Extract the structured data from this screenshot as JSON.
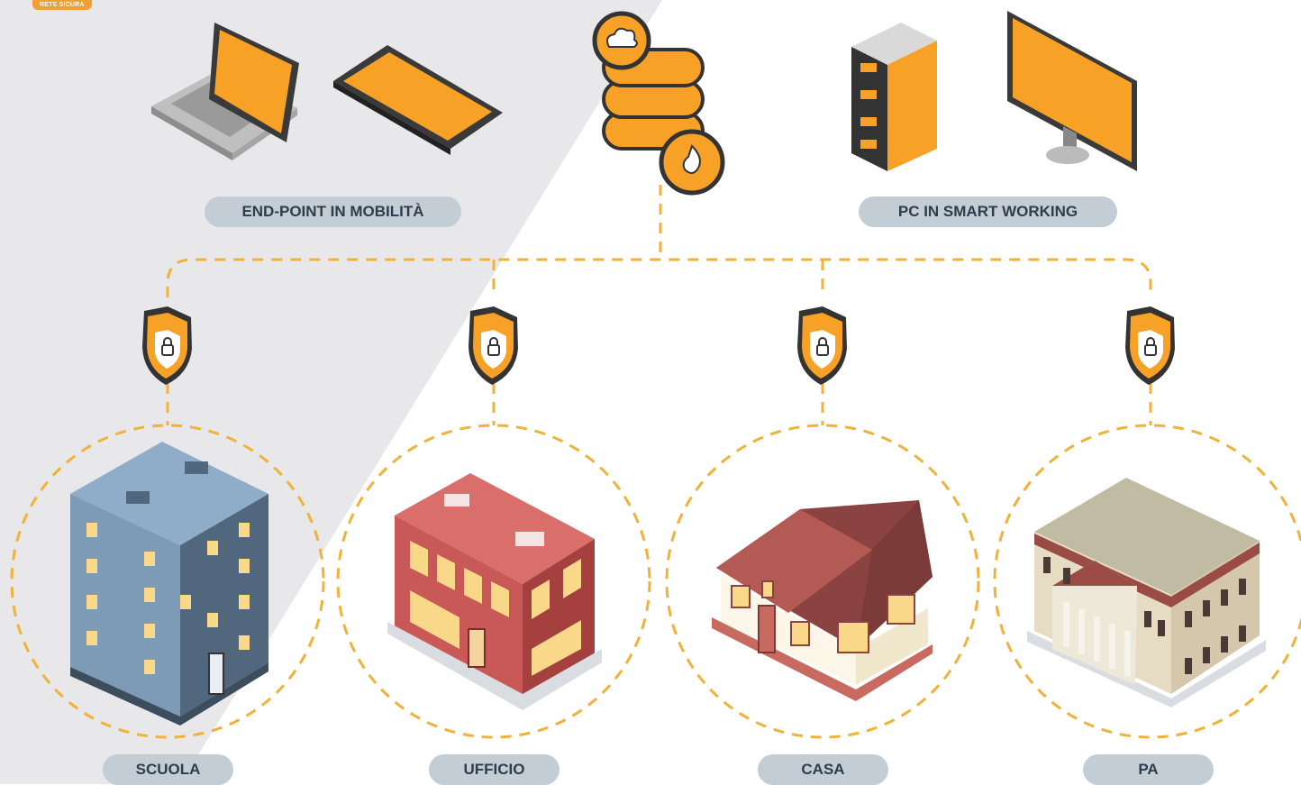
{
  "badge": "RETE SICURA",
  "groups": {
    "mobile": "END-POINT IN MOBILITÀ",
    "smart": "PC IN SMART WORKING"
  },
  "sites": [
    {
      "label": "SCUOLA",
      "icon": "school-building-icon"
    },
    {
      "label": "UFFICIO",
      "icon": "office-building-icon"
    },
    {
      "label": "CASA",
      "icon": "house-icon"
    },
    {
      "label": "PA",
      "icon": "government-building-icon"
    }
  ],
  "colors": {
    "accent": "#f7a127",
    "dashed_line": "#f0b23a",
    "pill_bg": "#c3cdd6",
    "pill_text": "#2f3d4a",
    "shadow": "#e8e8ea"
  }
}
